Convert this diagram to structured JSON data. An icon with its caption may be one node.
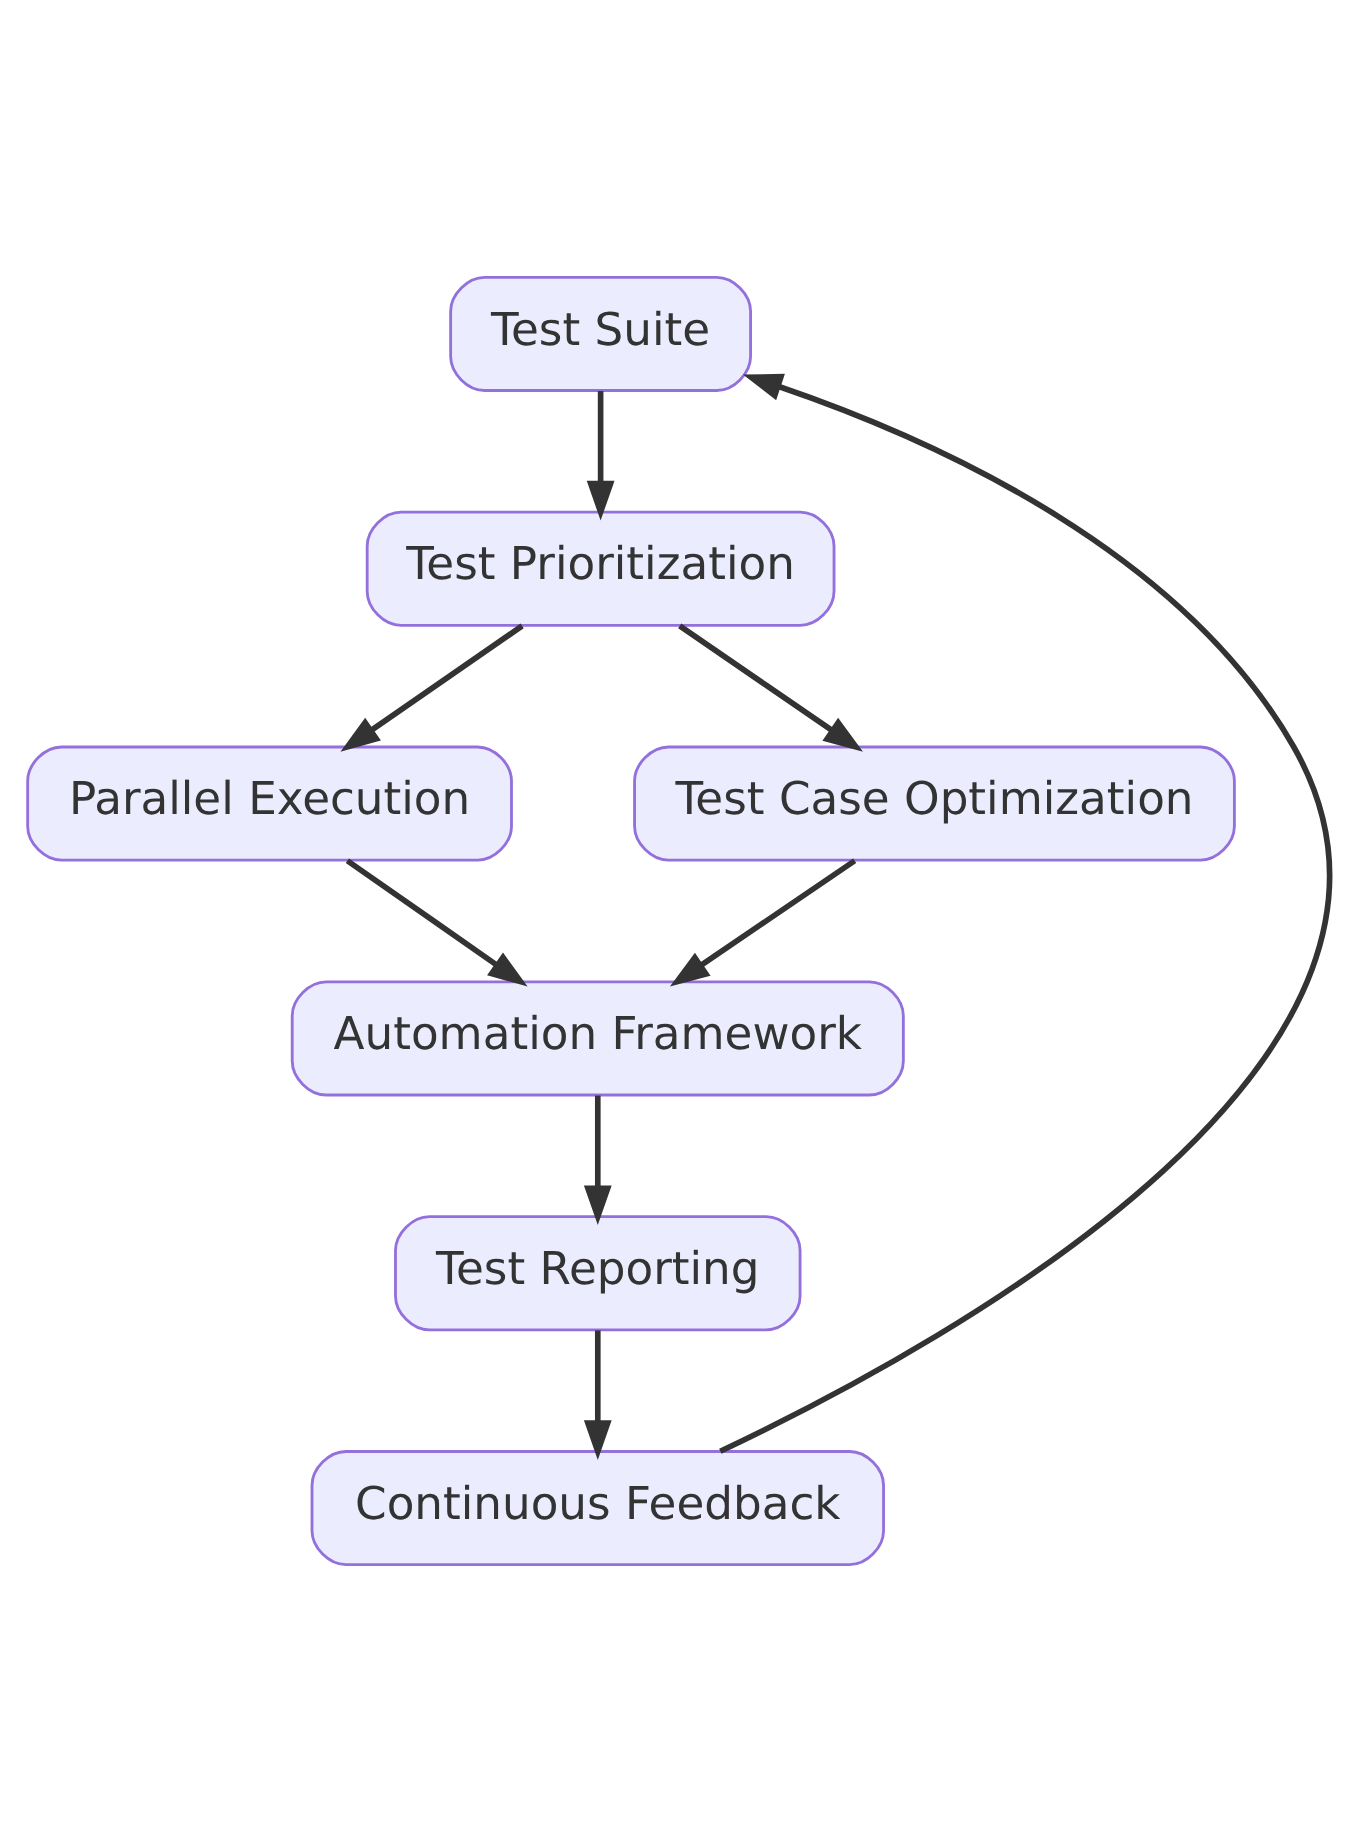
{
  "diagram": {
    "nodes": [
      {
        "text": [
          "Test Suite"
        ]
      },
      {
        "text": [
          "Test Prioritization"
        ]
      },
      {
        "text": [
          "Parallel Execution"
        ]
      },
      {
        "text": [
          "Test Case Optimization"
        ]
      },
      {
        "text": [
          "Automation Framework"
        ]
      },
      {
        "text": [
          "Test Reporting"
        ]
      },
      {
        "text": [
          "Continuous Feedback"
        ]
      }
    ],
    "edges": [
      {
        "from": 0,
        "to": 1,
        "arrow": "to"
      },
      {
        "from": 1,
        "to": 2,
        "arrow": "to"
      },
      {
        "from": 1,
        "to": 3,
        "arrow": "to"
      },
      {
        "from": 2,
        "to": 4,
        "arrow": "to"
      },
      {
        "from": 3,
        "to": 4,
        "arrow": "to"
      },
      {
        "from": 4,
        "to": 5,
        "arrow": "to"
      },
      {
        "from": 5,
        "to": 6,
        "arrow": "to"
      },
      {
        "from": 6,
        "to": 0,
        "arrow": "to"
      }
    ]
  }
}
